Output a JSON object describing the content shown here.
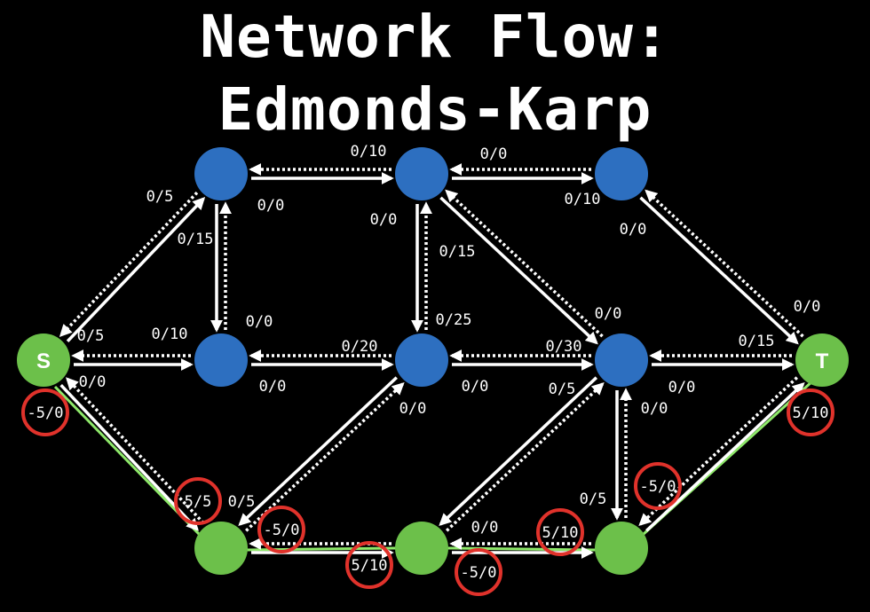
{
  "title": {
    "line1": "Network Flow:",
    "line2": "Edmonds-Karp"
  },
  "colors": {
    "background": "#000000",
    "node_default": "#2d6fc0",
    "node_path": "#6cc04a",
    "augmenting_path": "#8ee86a",
    "highlight_circle": "#e0322b",
    "edge": "#ffffff"
  },
  "nodes": [
    {
      "id": "a",
      "label": "",
      "color": "blue"
    },
    {
      "id": "b",
      "label": "",
      "color": "blue"
    },
    {
      "id": "c",
      "label": "",
      "color": "blue"
    },
    {
      "id": "s",
      "label": "S",
      "color": "green"
    },
    {
      "id": "d",
      "label": "",
      "color": "blue"
    },
    {
      "id": "e",
      "label": "",
      "color": "blue"
    },
    {
      "id": "f",
      "label": "",
      "color": "blue"
    },
    {
      "id": "t",
      "label": "T",
      "color": "green"
    },
    {
      "id": "g",
      "label": "",
      "color": "green"
    },
    {
      "id": "h",
      "label": "",
      "color": "green"
    },
    {
      "id": "i",
      "label": "",
      "color": "green"
    }
  ],
  "edge_labels": [
    {
      "text": "0/10",
      "highlight": false
    },
    {
      "text": "0/0",
      "highlight": false
    },
    {
      "text": "0/0",
      "highlight": false
    },
    {
      "text": "0/10",
      "highlight": false
    },
    {
      "text": "0/5",
      "highlight": false
    },
    {
      "text": "0/15",
      "highlight": false
    },
    {
      "text": "0/0",
      "highlight": false
    },
    {
      "text": "0/15",
      "highlight": false
    },
    {
      "text": "0/0",
      "highlight": false
    },
    {
      "text": "0/0",
      "highlight": false
    },
    {
      "text": "0/5",
      "highlight": false
    },
    {
      "text": "0/0",
      "highlight": false
    },
    {
      "text": "0/25",
      "highlight": false
    },
    {
      "text": "0/0",
      "highlight": false
    },
    {
      "text": "0/10",
      "highlight": false
    },
    {
      "text": "0/20",
      "highlight": false
    },
    {
      "text": "0/30",
      "highlight": false
    },
    {
      "text": "0/15",
      "highlight": false
    },
    {
      "text": "0/0",
      "highlight": false
    },
    {
      "text": "0/0",
      "highlight": false
    },
    {
      "text": "0/0",
      "highlight": false
    },
    {
      "text": "0/0",
      "highlight": false
    },
    {
      "text": "0/5",
      "highlight": false
    },
    {
      "text": "0/0",
      "highlight": false
    },
    {
      "text": "0/0",
      "highlight": false
    },
    {
      "text": "-5/0",
      "highlight": true
    },
    {
      "text": "5/10",
      "highlight": true
    },
    {
      "text": "5/5",
      "highlight": true
    },
    {
      "text": "0/5",
      "highlight": false
    },
    {
      "text": "-5/0",
      "highlight": true
    },
    {
      "text": "-5/0",
      "highlight": true
    },
    {
      "text": "0/5",
      "highlight": false
    },
    {
      "text": "0/0",
      "highlight": false
    },
    {
      "text": "5/10",
      "highlight": true
    },
    {
      "text": "5/10",
      "highlight": true
    },
    {
      "text": "-5/0",
      "highlight": true
    }
  ]
}
